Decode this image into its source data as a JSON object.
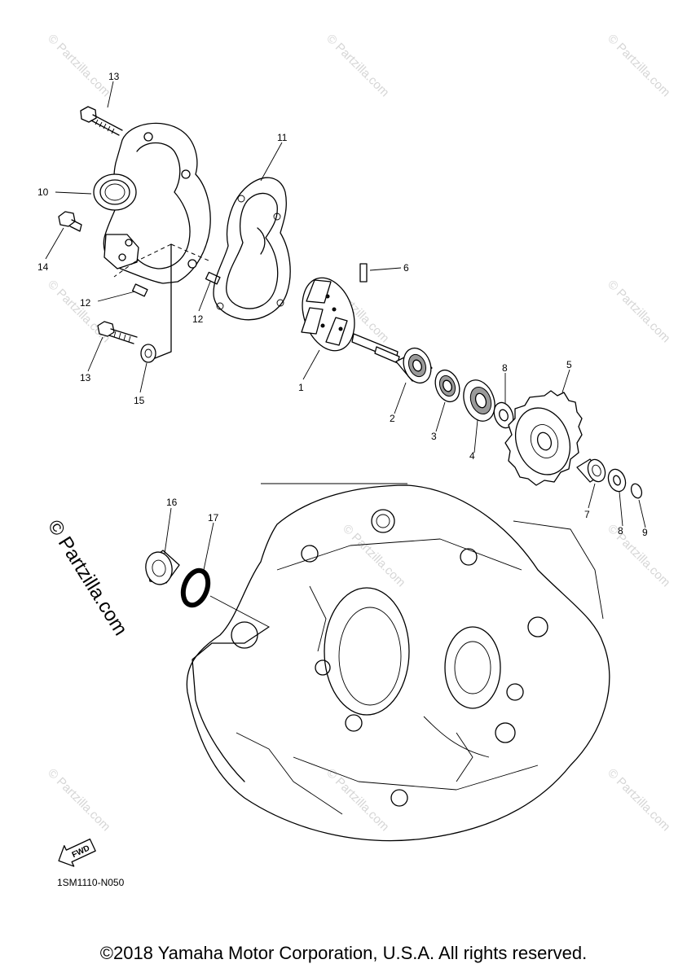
{
  "diagram": {
    "drawing_code": "1SM1110-N050",
    "fwd_label": "FWD",
    "copyright": "©2018 Yamaha Motor Corporation, U.S.A. All rights reserved.",
    "watermark": "© Partzilla.com",
    "side_watermark": "© Partzilla.com",
    "callouts": {
      "c1": "1",
      "c2": "2",
      "c3": "3",
      "c4": "4",
      "c5": "5",
      "c6": "6",
      "c7": "7",
      "c8a": "8",
      "c8b": "8",
      "c9": "9",
      "c10": "10",
      "c11": "11",
      "c12a": "12",
      "c12b": "12",
      "c13a": "13",
      "c13b": "13",
      "c14": "14",
      "c15": "15",
      "c16": "16",
      "c17": "17"
    }
  }
}
